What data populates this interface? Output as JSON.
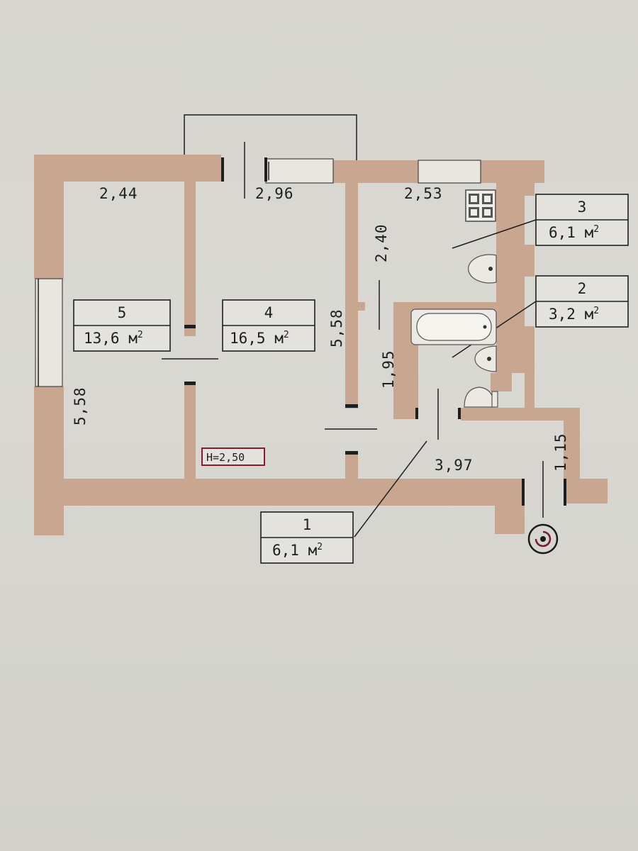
{
  "rooms": [
    {
      "number": "1",
      "area": "6,1 м",
      "unit_sup": "2"
    },
    {
      "number": "2",
      "area": "3,2 м",
      "unit_sup": "2"
    },
    {
      "number": "3",
      "area": "6,1 м",
      "unit_sup": "2"
    },
    {
      "number": "4",
      "area": "16,5 м",
      "unit_sup": "2"
    },
    {
      "number": "5",
      "area": "13,6 м",
      "unit_sup": "2"
    }
  ],
  "dimensions": {
    "room5_width": "2,44",
    "room4_width": "2,96",
    "room3_width": "2,53",
    "room3_depth": "2,40",
    "room4_length": "5,58",
    "room5_length": "5,58",
    "bathroom_length": "1,95",
    "hall_length": "3,97",
    "vestibule_width": "1,15"
  },
  "ceiling_height": "H=2,50",
  "colors": {
    "wall": "#c9a690",
    "line": "#1f1f1f",
    "height_label_border": "#8b1a2b"
  },
  "icons": [
    "stove-icon",
    "sink-icon",
    "bathtub-icon",
    "toilet-icon",
    "entrance-marker-icon"
  ]
}
